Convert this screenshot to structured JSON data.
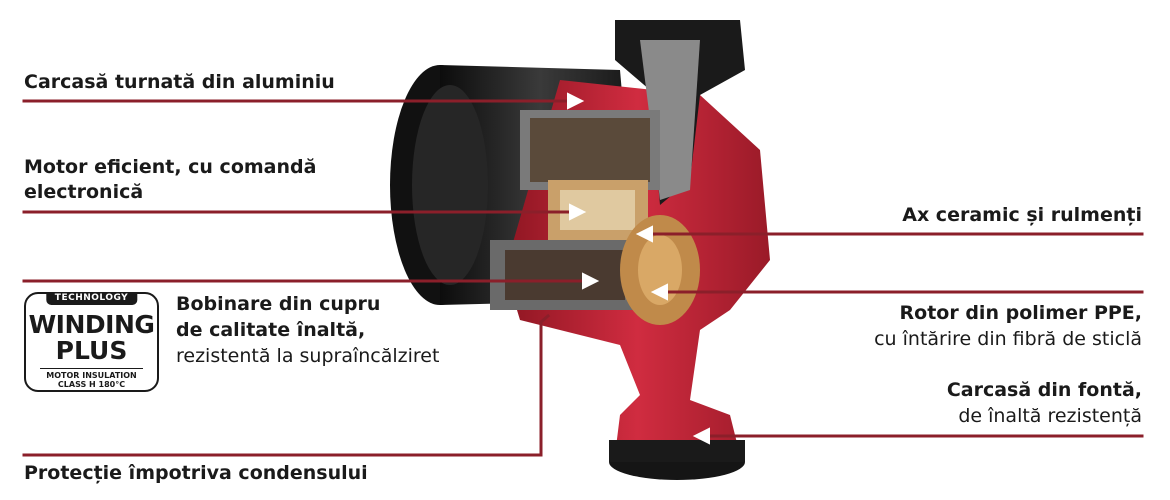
{
  "labels": {
    "housing_aluminium": "Carcasă turnată din aluminiu",
    "motor_line1": "Motor eficient, cu comandă",
    "motor_line2": "electronică",
    "winding_line1": "Bobinare din cupru",
    "winding_line2": "de calitate înaltă,",
    "winding_line3": "rezistentă la supraîncălziret",
    "condensation": "Protecție împotriva condensului",
    "shaft": "Ax ceramic și rulmenți",
    "rotor_line1": "Rotor din polimer PPE,",
    "rotor_line2": "cu întărire din fibră de sticlă",
    "cast_iron_line1": "Carcasă din fontă,",
    "cast_iron_line2": "de înaltă rezistență"
  },
  "badge": {
    "tag": "TECHNOLOGY",
    "word1": "WINDING",
    "word2": "PLUS",
    "sub1": "MOTOR INSULATION",
    "sub2": "CLASS H 180°C"
  },
  "colors": {
    "callout_line": "#8b1f2a",
    "pump_red": "#c8253a",
    "motor_black": "#1e1e1e",
    "cut_grey": "#8c8c8c"
  }
}
